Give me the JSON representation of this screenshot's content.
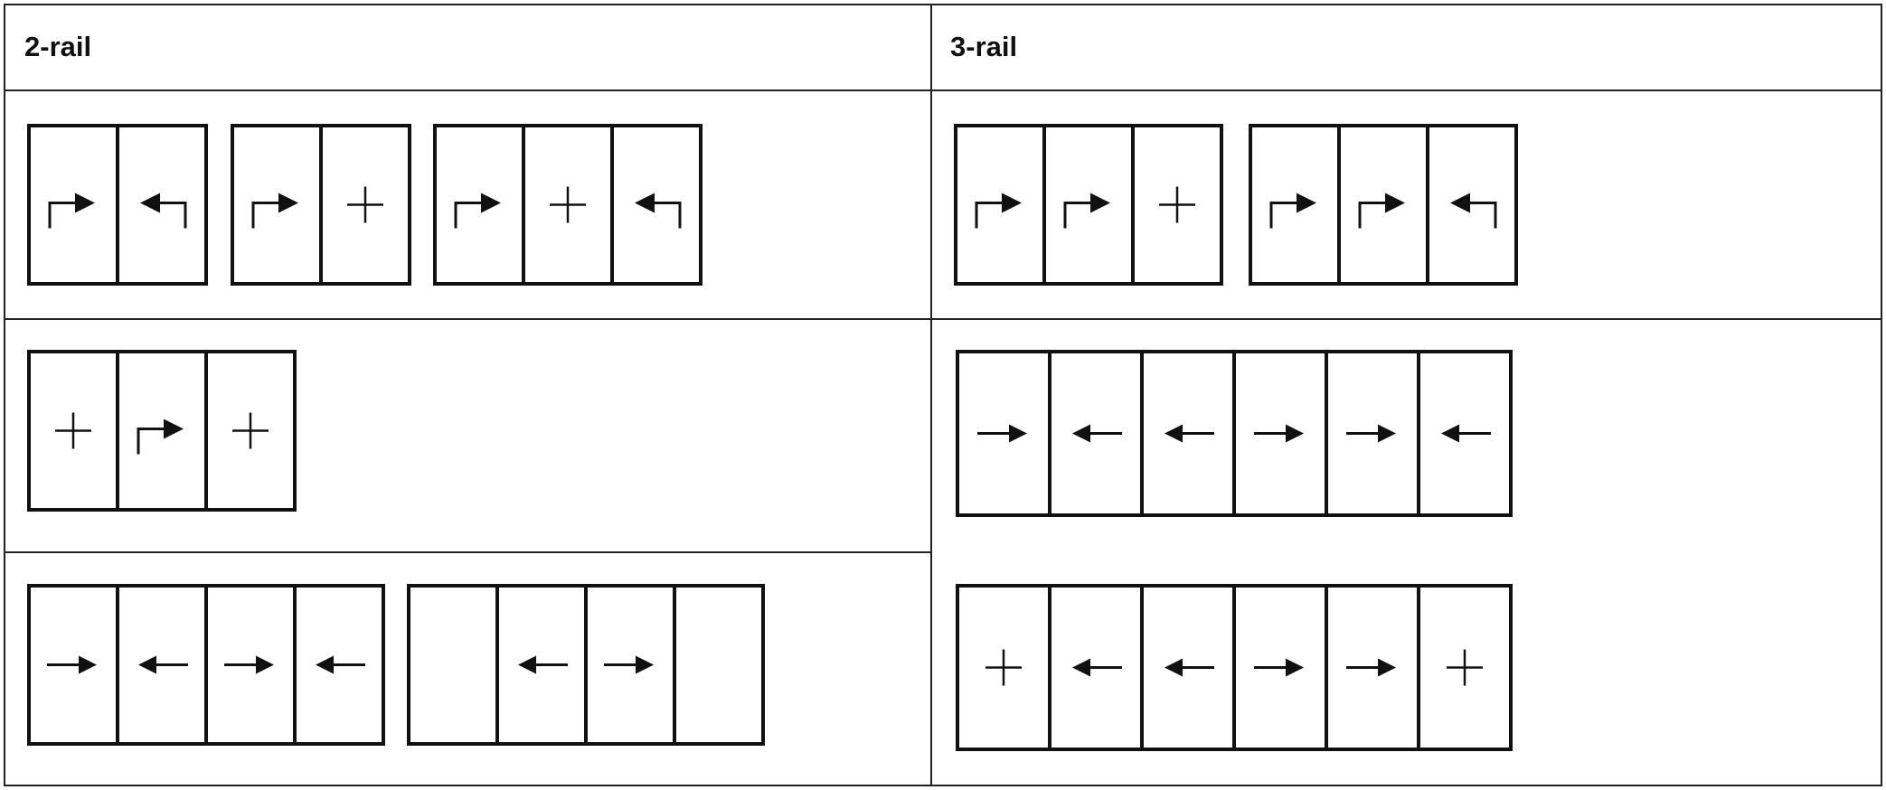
{
  "headers": {
    "two_rail": "2-rail",
    "three_rail": "3-rail"
  },
  "legend_icons": {
    "R": "right-turn-arrow-icon",
    "L": "left-turn-arrow-icon",
    "+": "plus-icon",
    ">": "right-arrow-icon",
    "<": "left-arrow-icon",
    "_": "empty-cell"
  },
  "two_rail": {
    "row1": [
      {
        "name": "two-rail-config-1",
        "cells": [
          "R",
          "L"
        ]
      },
      {
        "name": "two-rail-config-2",
        "cells": [
          "R",
          "+"
        ]
      },
      {
        "name": "two-rail-config-3",
        "cells": [
          "R",
          "+",
          "L"
        ]
      }
    ],
    "row2": [
      {
        "name": "two-rail-config-4",
        "cells": [
          "+",
          "R",
          "+"
        ]
      }
    ],
    "row3": [
      {
        "name": "two-rail-config-5",
        "cells": [
          ">",
          "<",
          ">",
          "<"
        ]
      },
      {
        "name": "two-rail-config-6",
        "cells": [
          "_",
          "<",
          ">",
          "_"
        ]
      }
    ]
  },
  "three_rail": {
    "row1": [
      {
        "name": "three-rail-config-1",
        "cells": [
          "R",
          "R",
          "+"
        ]
      },
      {
        "name": "three-rail-config-2",
        "cells": [
          "R",
          "R",
          "L"
        ]
      }
    ],
    "row2": [
      {
        "name": "three-rail-config-3",
        "cells": [
          ">",
          "<",
          "<",
          ">",
          ">",
          "<"
        ]
      },
      {
        "name": "three-rail-config-4",
        "cells": [
          "+",
          "<",
          "<",
          ">",
          ">",
          "+"
        ]
      }
    ]
  }
}
